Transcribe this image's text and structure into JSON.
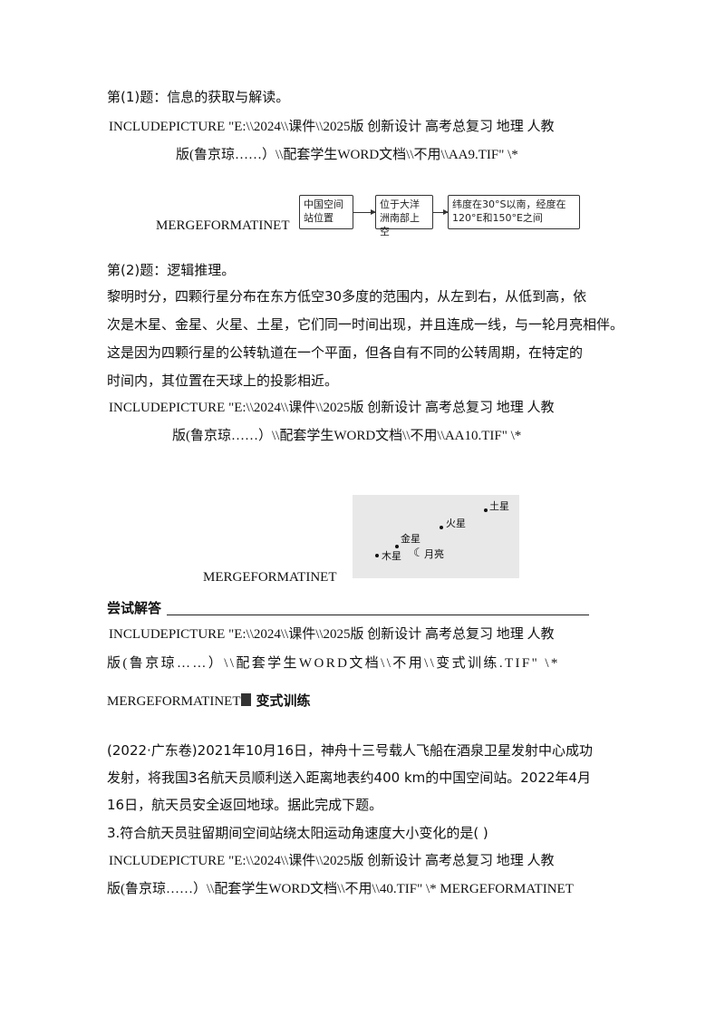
{
  "section1": {
    "title": "第(1)题：信息的获取与解读。",
    "field_line1": "INCLUDEPICTURE \"E:\\\\2024\\\\课件\\\\2025版 创新设计 高考总复习 地理 人教",
    "field_line2": "版(鲁京琼……）\\\\配套学生WORD文档\\\\不用\\\\AA9.TIF\" \\*",
    "merge": "MERGEFORMATINET",
    "flow": [
      "中国空间站位置",
      "位于大洋洲南部上空",
      "纬度在30°S以南，经度在120°E和150°E之间"
    ]
  },
  "section2": {
    "title": "第(2)题：逻辑推理。",
    "para": [
      "黎明时分，四颗行星分布在东方低空30多度的范围内，从左到右，从低到高，依",
      "次是木星、金星、火星、土星，它们同一时间出现，并且连成一线，与一轮月亮相伴。",
      "这是因为四颗行星的公转轨道在一个平面，但各自有不同的公转周期，在特定的",
      "时间内，其位置在天球上的投影相近。"
    ],
    "field_line1": "INCLUDEPICTURE \"E:\\\\2024\\\\课件\\\\2025版 创新设计 高考总复习 地理 人教",
    "field_line2": "版(鲁京琼……）\\\\配套学生WORD文档\\\\不用\\\\AA10.TIF\" \\*",
    "merge": "MERGEFORMATINET",
    "sky_labels": {
      "saturn": "土星",
      "mars": "火星",
      "venus": "金星",
      "moon": "月亮",
      "jupiter": "木星"
    },
    "moon_glyph": "☾"
  },
  "answer": {
    "label": "尝试解答",
    "field_line1": "INCLUDEPICTURE \"E:\\\\2024\\\\课件\\\\2025版 创新设计 高考总复习 地理 人教",
    "field_line2": "版(鲁京琼……）\\\\配套学生WORD文档\\\\不用\\\\变式训练.TIF\" \\*",
    "merge": "MERGEFORMATINET",
    "heading": "变式训练"
  },
  "exercise": {
    "para": [
      "(2022·广东卷)2021年10月16日，神舟十三号载人飞船在酒泉卫星发射中心成功",
      "发射，将我国3名航天员顺利送入距离地表约400 km的中国空间站。2022年4月",
      "16日，航天员安全返回地球。据此完成下题。"
    ],
    "question": "3.符合航天员驻留期间空间站绕太阳运动角速度大小变化的是(     )",
    "field_line1": "INCLUDEPICTURE \"E:\\\\2024\\\\课件\\\\2025版 创新设计 高考总复习 地理 人教",
    "field_line2": "版(鲁京琼……）\\\\配套学生WORD文档\\\\不用\\\\40.TIF\" \\* MERGEFORMATINET"
  }
}
